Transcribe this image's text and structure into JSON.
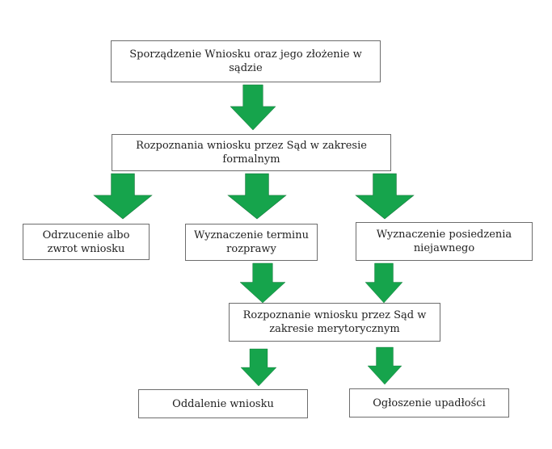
{
  "diagram": {
    "nodes": [
      {
        "id": "n1",
        "text": "Sporządzenie Wniosku oraz jego złożenie w\nsądzie"
      },
      {
        "id": "n2",
        "text": "Rozpoznania wniosku przez Sąd w zakresie\nformalnym"
      },
      {
        "id": "n3",
        "text": "Odrzucenie albo\nzwrot wniosku"
      },
      {
        "id": "n4",
        "text": "Wyznaczenie terminu\nrozprawy"
      },
      {
        "id": "n5",
        "text": "Wyznaczenie posiedzenia\nniejawnego"
      },
      {
        "id": "n6",
        "text": "Rozpoznanie wniosku przez Sąd w\nzakresie merytorycznym"
      },
      {
        "id": "n7",
        "text": "Oddalenie wniosku"
      },
      {
        "id": "n8",
        "text": "Ogłoszenie upadłości"
      }
    ],
    "edges": [
      {
        "from": "n1",
        "to": "n2"
      },
      {
        "from": "n2",
        "to": "n3"
      },
      {
        "from": "n2",
        "to": "n4"
      },
      {
        "from": "n2",
        "to": "n5"
      },
      {
        "from": "n4",
        "to": "n6"
      },
      {
        "from": "n5",
        "to": "n6"
      },
      {
        "from": "n6",
        "to": "n7"
      },
      {
        "from": "n6",
        "to": "n8"
      }
    ],
    "colors": {
      "arrow_fill": "#16a44c",
      "arrow_stroke": "#0f6e33",
      "box_border": "#6d6d6d",
      "text": "#222222"
    }
  }
}
